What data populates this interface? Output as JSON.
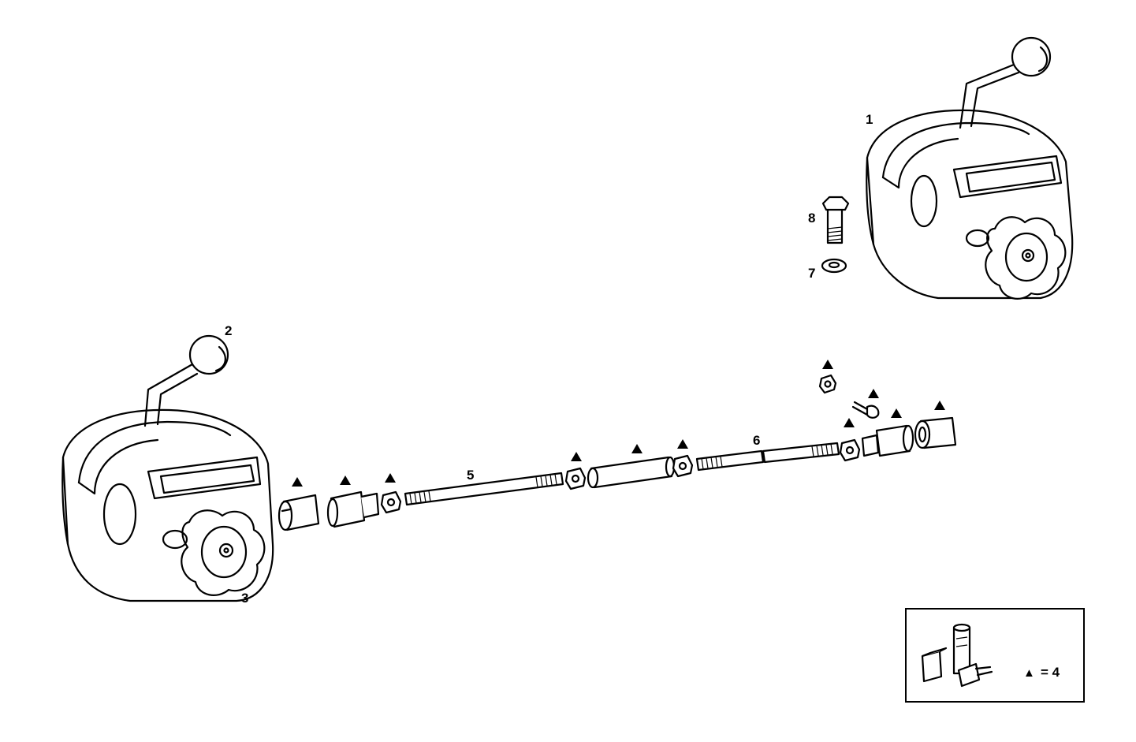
{
  "diagram": {
    "callouts": {
      "c1": "1",
      "c2": "2",
      "c3": "3",
      "c5": "5",
      "c6": "6",
      "c7": "7",
      "c8": "8"
    },
    "legend": {
      "symbol": "▲",
      "text": "= 4"
    }
  }
}
